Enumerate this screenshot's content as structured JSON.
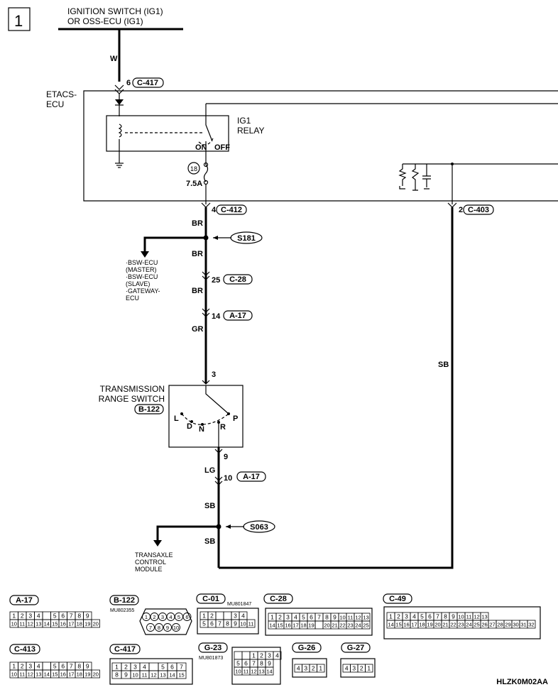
{
  "page": {
    "page_number": "1",
    "figure_code": "HLZK0M02AA"
  },
  "power": {
    "source_line1": "IGNITION SWITCH (IG1)",
    "source_line2": "OR OSS-ECU (IG1)",
    "wire_w": "W",
    "pin_6": "6",
    "conn_c417": "C-417"
  },
  "etacs": {
    "name_line1": "ETACS-",
    "name_line2": "ECU",
    "relay_line1": "IG1",
    "relay_line2": "RELAY",
    "on": "ON",
    "off": "OFF",
    "fuse_no": "18",
    "fuse_amp": "7.5A",
    "pin_4": "4",
    "conn_c412": "C-412",
    "pin_2": "2",
    "conn_c403": "C-403"
  },
  "splice_s181": {
    "label": "S181",
    "wire_top": "BR",
    "wire_bottom": "BR",
    "branch": [
      "·BSW-ECU",
      "(MASTER)",
      "·BSW-ECU",
      "(SLAVE)",
      "·GATEWAY-",
      "ECU"
    ]
  },
  "conn_c28": {
    "pin": "25",
    "name": "C-28",
    "wire_after": "BR"
  },
  "conn_a17_top": {
    "pin": "14",
    "name": "A-17",
    "wire_after": "GR"
  },
  "switch": {
    "pin_in": "3",
    "name_line1": "TRANSMISSION",
    "name_line2": "RANGE SWITCH",
    "conn": "B-122",
    "pos_l": "L",
    "pos_d": "D",
    "pos_n": "N",
    "pos_r": "R",
    "pos_p": "P",
    "pin_out": "9",
    "wire_out": "LG"
  },
  "conn_a17_bot": {
    "pin": "10",
    "name": "A-17",
    "wire_after": "SB"
  },
  "splice_s063": {
    "label": "S063",
    "wire_after": "SB",
    "branch": [
      "TRANSAXLE",
      "CONTROL",
      "MODULE"
    ]
  },
  "right_wire": {
    "color": "SB"
  },
  "connectors": {
    "a17": {
      "name": "A-17",
      "row1": [
        "1",
        "2",
        "3",
        "4",
        "",
        "5",
        "6",
        "7",
        "8",
        "9"
      ],
      "row2": [
        "10",
        "11",
        "12",
        "13",
        "14",
        "15",
        "16",
        "17",
        "18",
        "19",
        "20"
      ]
    },
    "b122": {
      "name": "B-122",
      "part": "MU802355",
      "row1": [
        "1",
        "2",
        "3",
        "4",
        "5",
        "6"
      ],
      "row2": [
        "7",
        "8",
        "9",
        "10"
      ]
    },
    "c01": {
      "name": "C-01",
      "part": "MU801847",
      "row1": [
        "1",
        "2",
        "",
        "",
        "3",
        "4"
      ],
      "row2": [
        "5",
        "6",
        "7",
        "8",
        "9",
        "10",
        "11"
      ]
    },
    "c28": {
      "name": "C-28",
      "row1": [
        "1",
        "2",
        "3",
        "4",
        "5",
        "6",
        "7",
        "8",
        "9",
        "10",
        "11",
        "12",
        "13"
      ],
      "row2": [
        "14",
        "15",
        "16",
        "17",
        "18",
        "19",
        "",
        "20",
        "21",
        "22",
        "23",
        "24",
        "25"
      ]
    },
    "c49": {
      "name": "C-49",
      "row1": [
        "1",
        "2",
        "3",
        "4",
        "5",
        "6",
        "7",
        "8",
        "9",
        "10",
        "11",
        "12",
        "13"
      ],
      "row2": [
        "14",
        "15",
        "16",
        "17",
        "18",
        "19",
        "20",
        "21",
        "22",
        "23",
        "24",
        "25",
        "26",
        "27",
        "28",
        "29",
        "30",
        "31",
        "32"
      ]
    },
    "c413": {
      "name": "C-413",
      "row1": [
        "1",
        "2",
        "3",
        "4",
        "",
        "5",
        "6",
        "7",
        "8",
        "9"
      ],
      "row2": [
        "10",
        "11",
        "12",
        "13",
        "14",
        "15",
        "16",
        "17",
        "18",
        "19",
        "20"
      ]
    },
    "c417": {
      "name": "C-417",
      "row1": [
        "1",
        "2",
        "3",
        "4",
        "",
        "5",
        "6",
        "7"
      ],
      "row2": [
        "8",
        "9",
        "10",
        "11",
        "12",
        "13",
        "14",
        "15"
      ]
    },
    "g23": {
      "name": "G-23",
      "part": "MU801873",
      "row1": [
        "",
        "",
        "1",
        "2",
        "3",
        "4"
      ],
      "row2": [
        "5",
        "6",
        "7",
        "8",
        "9"
      ],
      "row3": [
        "10",
        "11",
        "12",
        "13",
        "14"
      ]
    },
    "g26": {
      "name": "G-26",
      "row1": [
        "4",
        "3",
        "2",
        "1"
      ]
    },
    "g27": {
      "name": "G-27",
      "row1": [
        "4",
        "3",
        "2",
        "1"
      ]
    }
  }
}
